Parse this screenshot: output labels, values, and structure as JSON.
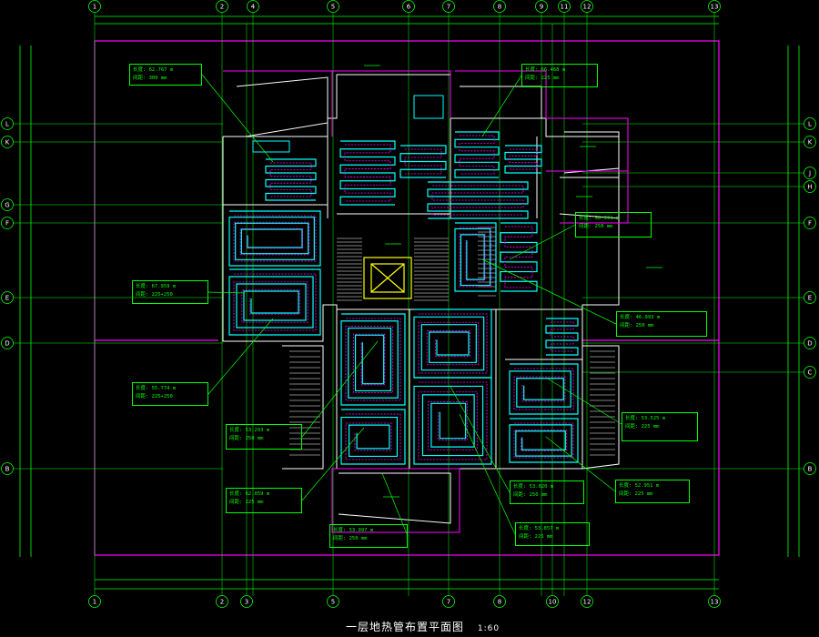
{
  "drawing": {
    "title": "一层地热管布置平面图",
    "scale": "1:60"
  },
  "axes": {
    "top": [
      "1",
      "2",
      "4",
      "5",
      "6",
      "7",
      "8",
      "9",
      "11",
      "12",
      "13"
    ],
    "bottom": [
      "1",
      "2",
      "3",
      "5",
      "7",
      "8",
      "10",
      "12",
      "13"
    ],
    "left": [
      "L",
      "K",
      "G",
      "F",
      "E",
      "D",
      "B"
    ],
    "right": [
      "L",
      "K",
      "J",
      "H",
      "F",
      "E",
      "D",
      "C",
      "B"
    ]
  },
  "callouts": [
    {
      "len": "长度: 62.767 m",
      "spacing": "间距: 300 mm"
    },
    {
      "len": "长度: 66.468 m",
      "spacing": "间距: 225 mm"
    },
    {
      "len": "长度: 58.974 m",
      "spacing": "间距: 250 mm"
    },
    {
      "len": "长度: 67.959 m",
      "spacing": "间距: 225+250"
    },
    {
      "len": "长度: 46.993 m",
      "spacing": "间距: 250 mm"
    },
    {
      "len": "长度: 55.774 m",
      "spacing": "间距: 225+250"
    },
    {
      "len": "长度: 53.525 m",
      "spacing": "间距: 225 mm"
    },
    {
      "len": "长度: 53.293 m",
      "spacing": "间距: 250 mm"
    },
    {
      "len": "长度: 53.020 m",
      "spacing": "间距: 250 mm"
    },
    {
      "len": "长度: 52.951 m",
      "spacing": "间距: 225 mm"
    },
    {
      "len": "长度: 62.059 m",
      "spacing": "间距: 225 mm"
    },
    {
      "len": "长度: 53.857 m",
      "spacing": "间距: 225 mm"
    },
    {
      "len": "长度: 53.997 m",
      "spacing": "间距: 250 mm"
    }
  ],
  "colors": {
    "wall": "#ffffff",
    "pipe": "#00ffff",
    "room": "#ff00ff",
    "axis": "#00ff00",
    "stair": "#ffffff",
    "elevator": "#ffff00"
  }
}
